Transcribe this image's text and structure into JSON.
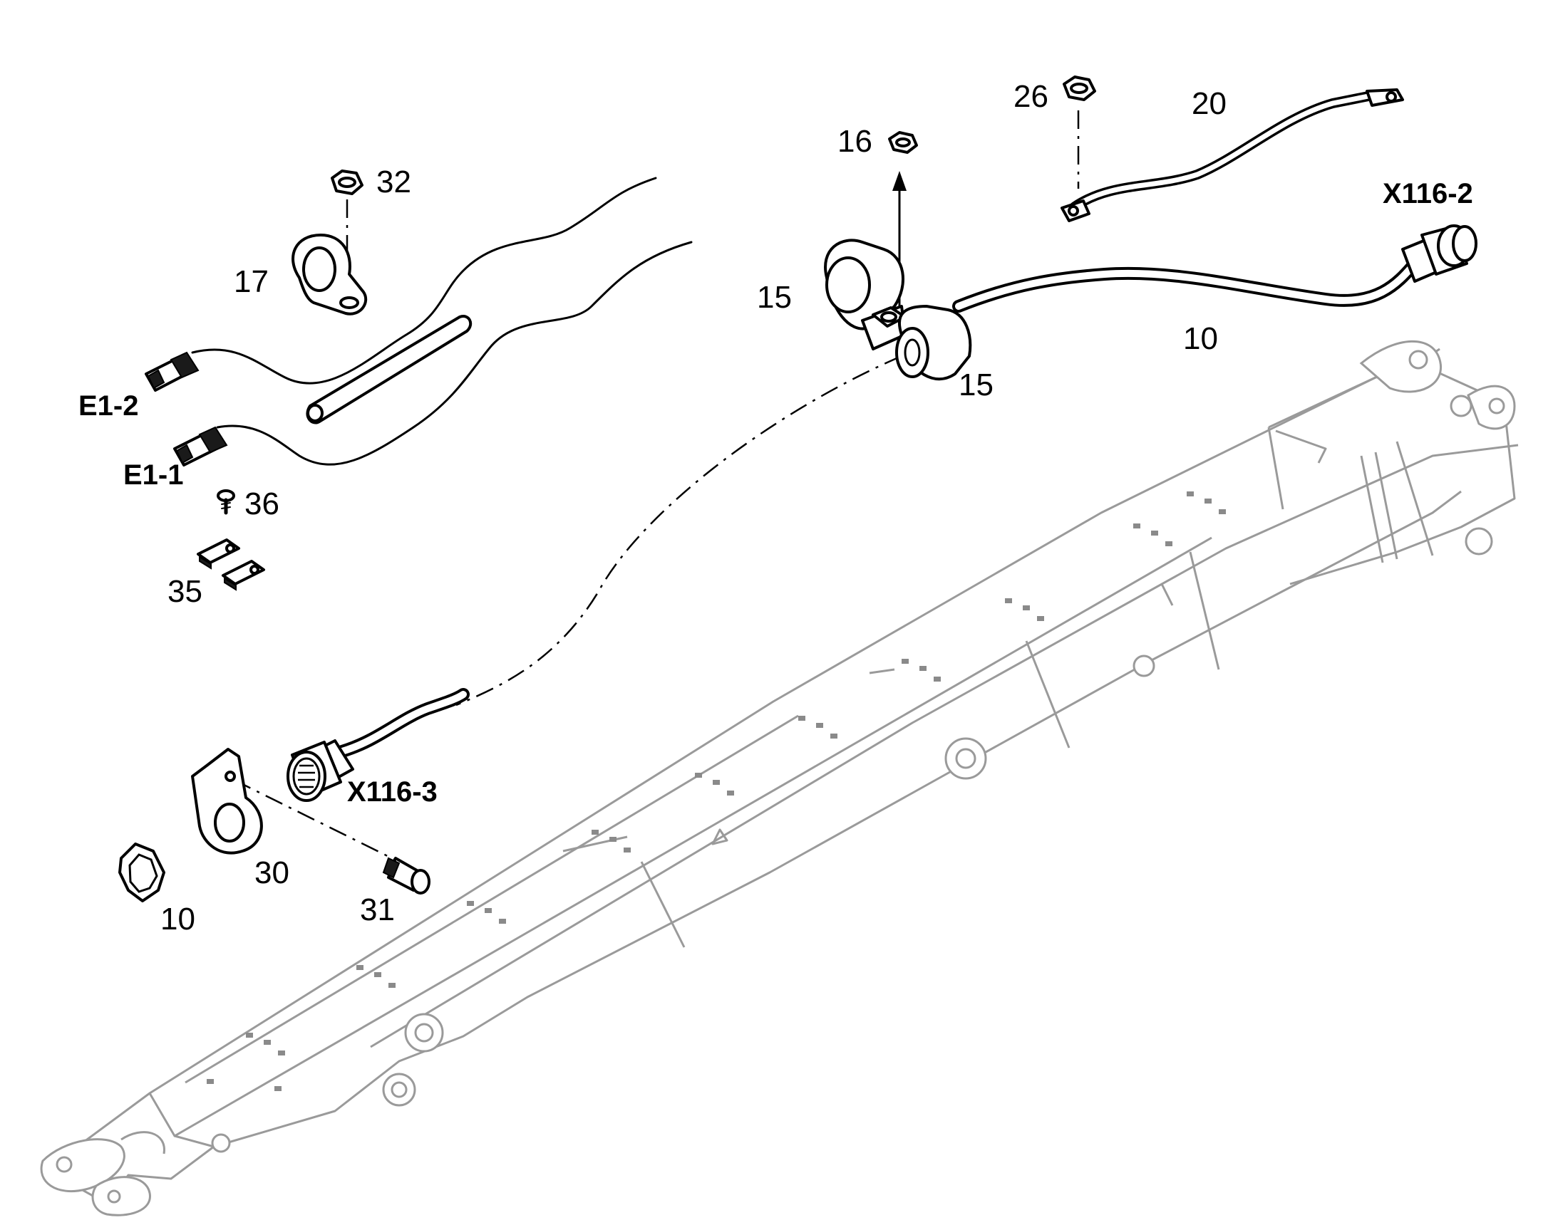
{
  "diagram": {
    "labels": {
      "p10_cable": "10",
      "p10_nut": "10",
      "p15_upper": "15",
      "p15_lower": "15",
      "p16": "16",
      "p17": "17",
      "p20": "20",
      "p26": "26",
      "p30": "30",
      "p31": "31",
      "p32": "32",
      "p35": "35",
      "p36": "36",
      "x116_2": "X116-2",
      "x116_3": "X116-3",
      "e1_1": "E1-1",
      "e1_2": "E1-2"
    },
    "colors": {
      "line": "#000000",
      "boom": "#9a9a9a",
      "background": "#ffffff"
    }
  }
}
